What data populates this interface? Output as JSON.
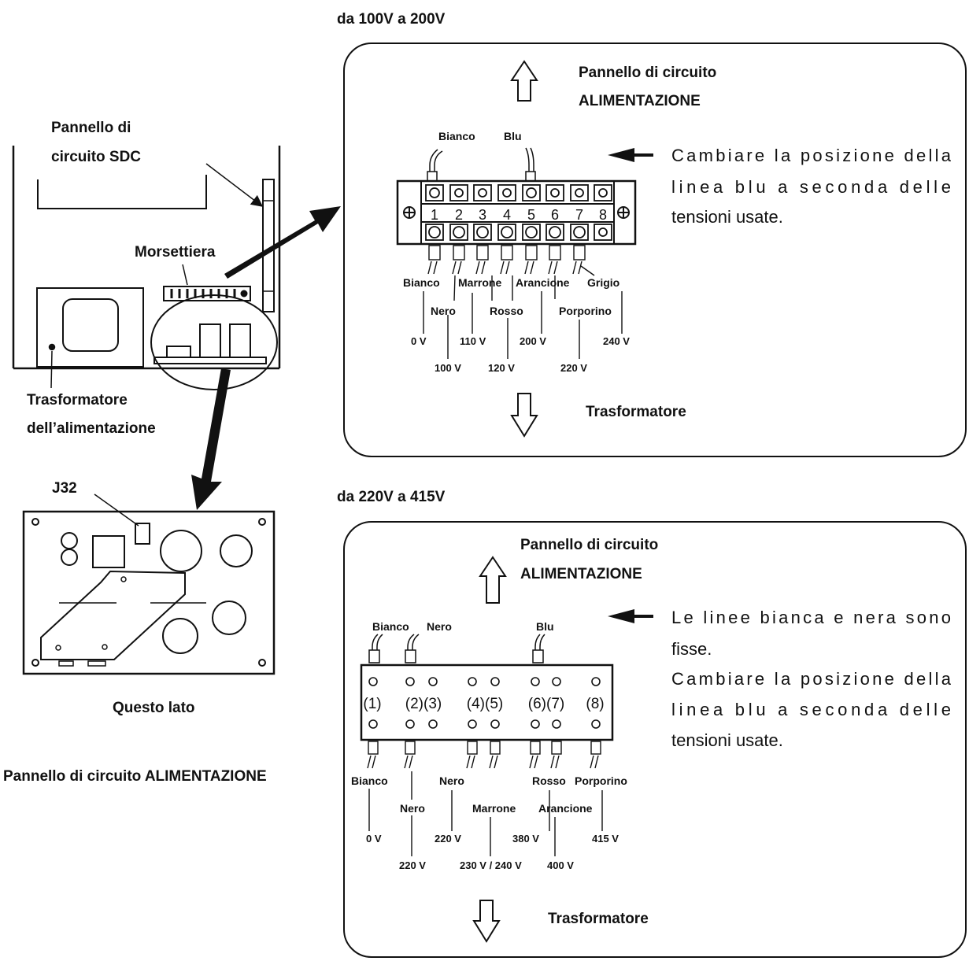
{
  "left": {
    "sdc_label_line1": "Pannello di",
    "sdc_label_line2": "circuito SDC",
    "terminal_block_label": "Morsettiera",
    "transformer_label_line1": "Trasformatore",
    "transformer_label_line2": "dell’alimentazione",
    "j32_label": "J32",
    "this_side_label": "Questo lato",
    "power_board_caption": "Pannello di circuito ALIMENTAZIONE"
  },
  "top_panel": {
    "heading": "da 100V a 200V",
    "board_line1": "Pannello di circuito",
    "board_line2": "ALIMENTAZIONE",
    "note_lines": [
      "Cambiare la posizione della",
      "linea blu a seconda delle",
      "tensioni usate."
    ],
    "top_wires": [
      "Bianco",
      "Blu"
    ],
    "terminal_numbers": [
      "1",
      "2",
      "3",
      "4",
      "5",
      "6",
      "7",
      "8"
    ],
    "bottom_wires": [
      {
        "color": "Bianco",
        "voltage": "0 V"
      },
      {
        "color": "Nero",
        "voltage": "100 V"
      },
      {
        "color": "Marrone",
        "voltage": "110 V"
      },
      {
        "color": "Rosso",
        "voltage": "120 V"
      },
      {
        "color": "Arancione",
        "voltage": "200 V"
      },
      {
        "color": "Porporino",
        "voltage": "220 V"
      },
      {
        "color": "Grigio",
        "voltage": "240 V"
      }
    ],
    "bottom_label": "Trasformatore"
  },
  "bottom_panel": {
    "heading": "da 220V a 415V",
    "board_line1": "Pannello di circuito",
    "board_line2": "ALIMENTAZIONE",
    "note_lines": [
      "Le linee bianca e nera sono",
      "fisse.",
      "Cambiare la posizione della",
      "linea blu a seconda delle",
      "tensioni usate."
    ],
    "top_wires": [
      "Bianco",
      "Nero",
      "Blu"
    ],
    "terminal_numbers": [
      "(1)",
      "(2)(3)",
      "(4)(5)",
      "(6)(7)",
      "(8)"
    ],
    "bottom_wires": [
      {
        "color": "Bianco",
        "voltage": "0 V"
      },
      {
        "color": "Nero",
        "voltage": "220 V"
      },
      {
        "color": "Nero",
        "voltage": "220 V"
      },
      {
        "color": "Marrone",
        "voltage": "230 V / 240 V"
      },
      {
        "color": "Rosso",
        "voltage": "380 V"
      },
      {
        "color": "Arancione",
        "voltage": "400 V"
      },
      {
        "color": "Porporino",
        "voltage": "415 V"
      }
    ],
    "bottom_label": "Trasformatore"
  }
}
